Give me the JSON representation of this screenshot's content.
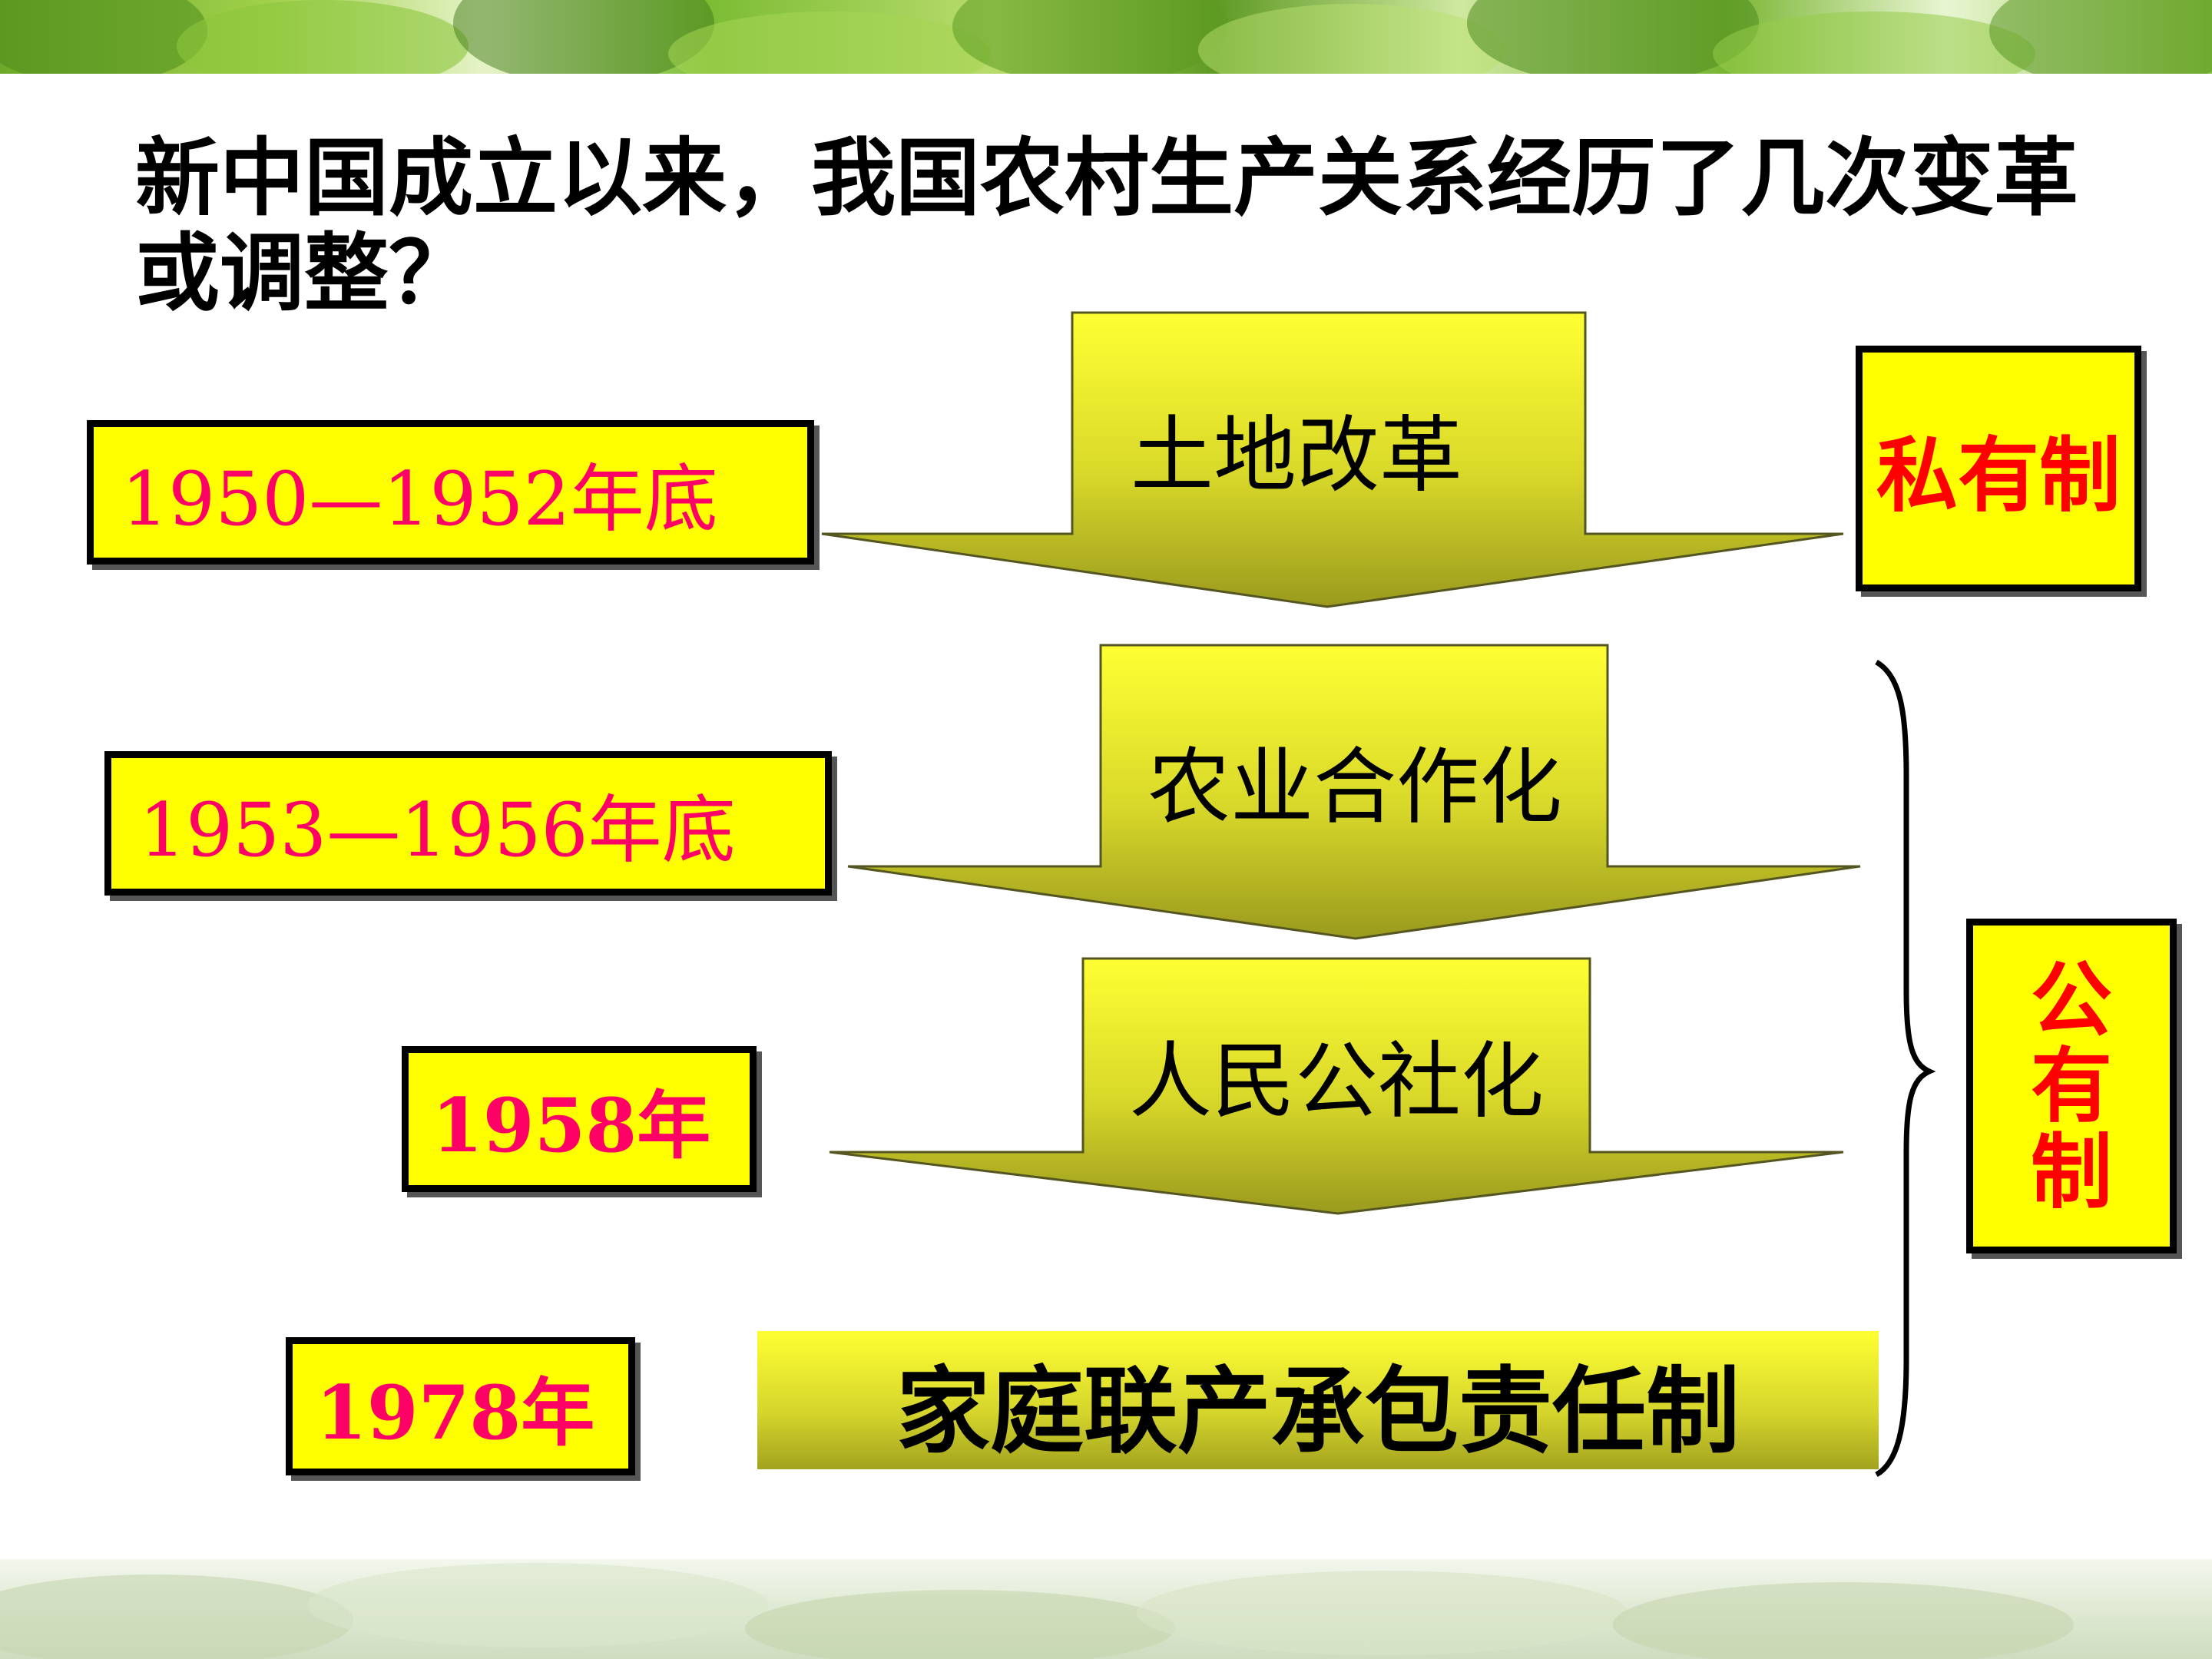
{
  "question": "新中国成立以来，我国农村生产关系经历了几次变革或调整？",
  "stages": [
    {
      "period": "1950—1952年底",
      "reform": "土地改革"
    },
    {
      "period": "1953—1956年底",
      "reform": "农业合作化"
    },
    {
      "period": "1958年",
      "reform": "人民公社化"
    },
    {
      "period": "1978年",
      "reform": "家庭联产承包责任制"
    }
  ],
  "ownership": {
    "private": "私有制",
    "public": "公有制"
  },
  "colors": {
    "year_fill": "#ffff00",
    "year_text": "#ff0066",
    "owner_text": "#ff0000",
    "arrow_light": "#ffff33",
    "arrow_dark": "#9a9a1e",
    "border": "#000000"
  }
}
